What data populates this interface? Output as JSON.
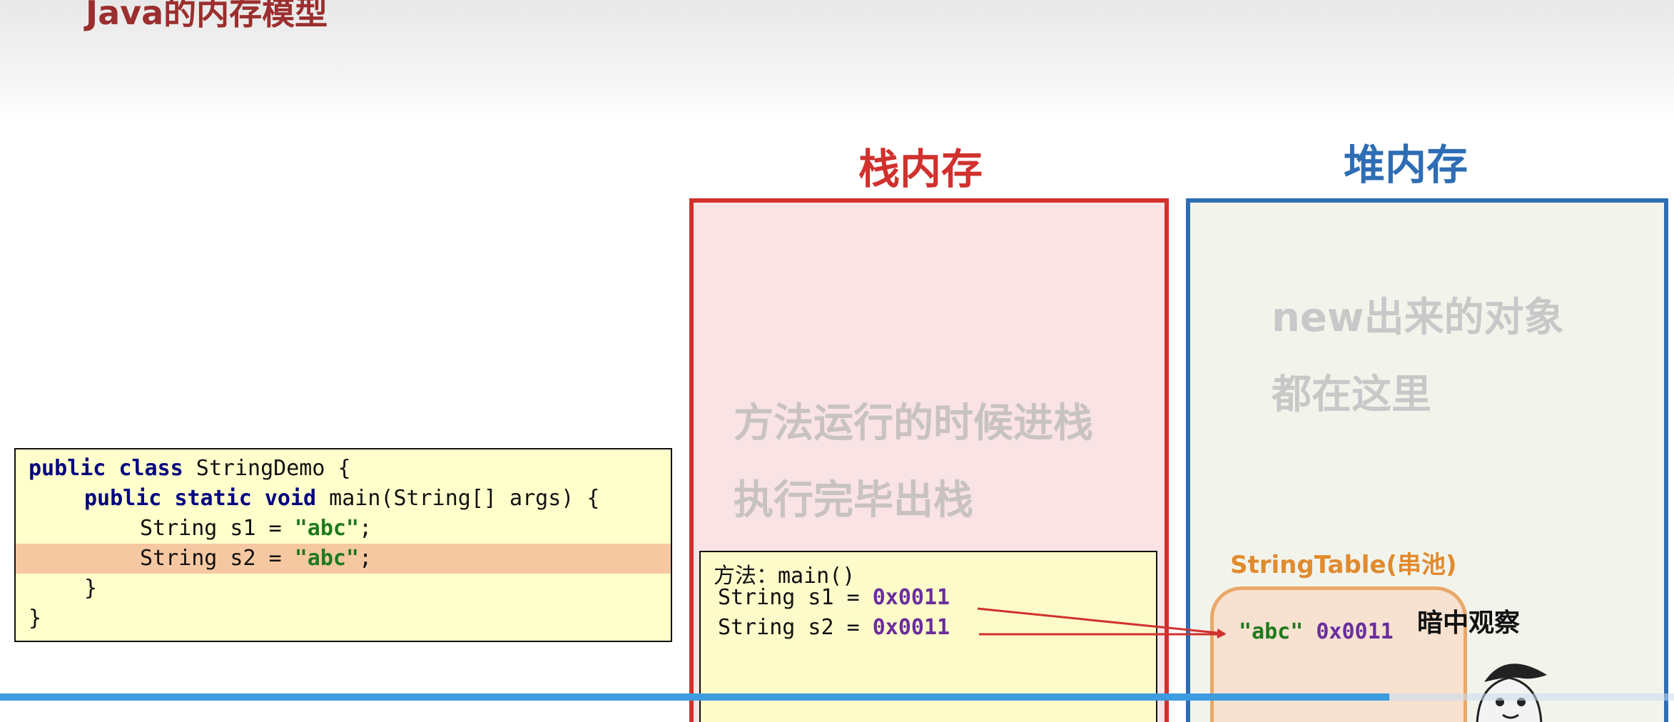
{
  "slide": {
    "title": "Java的内存模型"
  },
  "code": {
    "lines": [
      "public class StringDemo {",
      "    public static void main(String[] args) {",
      "        String s1 = \"abc\";",
      "        String s2 = \"abc\";",
      "    }",
      "}"
    ],
    "highlighted_line": 4,
    "tokens": {
      "kw_public": "public",
      "kw_class": "class",
      "kw_static": "static",
      "kw_void": "void",
      "class_name": " StringDemo {",
      "main_sig": " main(String[] args) {",
      "s1_decl": "String s1 = ",
      "s2_decl": "String s2 = ",
      "literal": "\"abc\"",
      "semicolon": ";",
      "close_inner": "}",
      "close_outer": "}"
    }
  },
  "stack": {
    "title": "栈内存",
    "desc_line1": "方法运行的时候进栈",
    "desc_line2": "执行完毕出栈",
    "frame_title": "方法：main()",
    "vars": [
      {
        "decl": "String s1 = ",
        "value": "0x0011"
      },
      {
        "decl": "String s2 = ",
        "value": "0x0011"
      }
    ]
  },
  "heap": {
    "title": "堆内存",
    "desc_line1": "new出来的对象",
    "desc_line2": "都在这里",
    "string_table_title": "StringTable(串池)",
    "pool_entry": {
      "value": "\"abc\"",
      "address": "0x0011"
    }
  },
  "overlay": {
    "observe_text": "暗中观察"
  },
  "video": {
    "progress": 0.83
  },
  "colors": {
    "title": "#9b2e2e",
    "stack_accent": "#d0312d",
    "heap_accent": "#2e6db4",
    "string_table_accent": "#e08b2f",
    "address": "#6a2d9e",
    "string_literal": "#1e7a1e",
    "progress": "#3d9be0"
  },
  "icons": {
    "avatar": "panda-meme-avatar-icon"
  }
}
